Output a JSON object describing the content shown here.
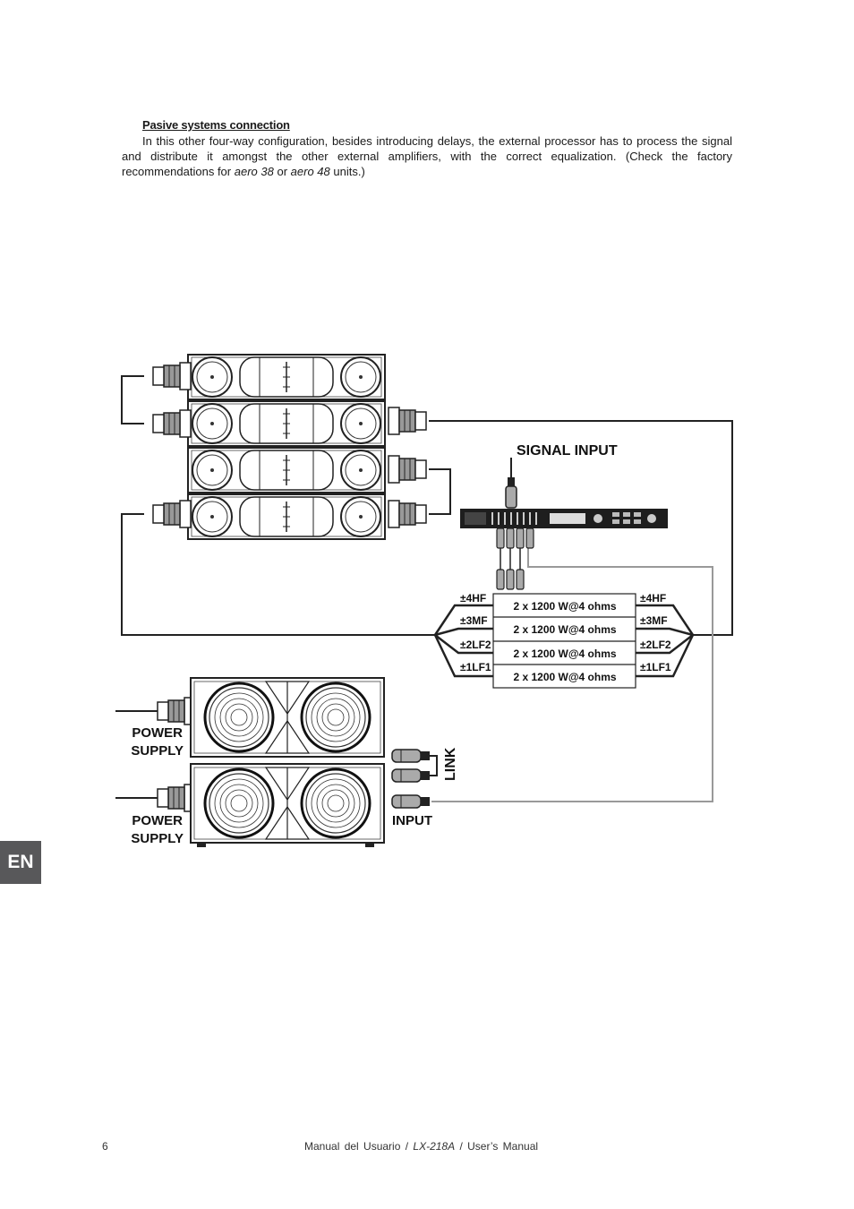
{
  "section": {
    "heading": "Pasive systems connection",
    "para_part1": "In this other four-way configuration, besides introducing delays, the external processor has to process the signal and distribute it amongst the other external amplifiers, with the correct equalization. (Check the factory recommendations for",
    "model_a": "aero 38",
    "or_word": "or",
    "model_b": "aero 48",
    "para_end": "units.)"
  },
  "diagram": {
    "signal_input": "SIGNAL INPUT",
    "amp_left_labels": [
      "±4HF",
      "±3MF",
      "±2LF2",
      "±1LF1"
    ],
    "amp_right_labels": [
      "±4HF",
      "±3MF",
      "±2LF2",
      "±1LF1"
    ],
    "amp_rows": [
      "2 x 1200 W@4 ohms",
      "2 x 1200 W@4 ohms",
      "2 x 1200 W@4 ohms",
      "2 x 1200 W@4 ohms"
    ],
    "power_supply_1_line1": "POWER",
    "power_supply_1_line2": "SUPPLY",
    "power_supply_2_line1": "POWER",
    "power_supply_2_line2": "SUPPLY",
    "link": "LINK",
    "input": "INPUT"
  },
  "language_tab": "EN",
  "footer": {
    "page_number": "6",
    "manual_left": "Manual del Usuario /",
    "model": "LX-218A",
    "manual_right": "/ User’s Manual"
  }
}
